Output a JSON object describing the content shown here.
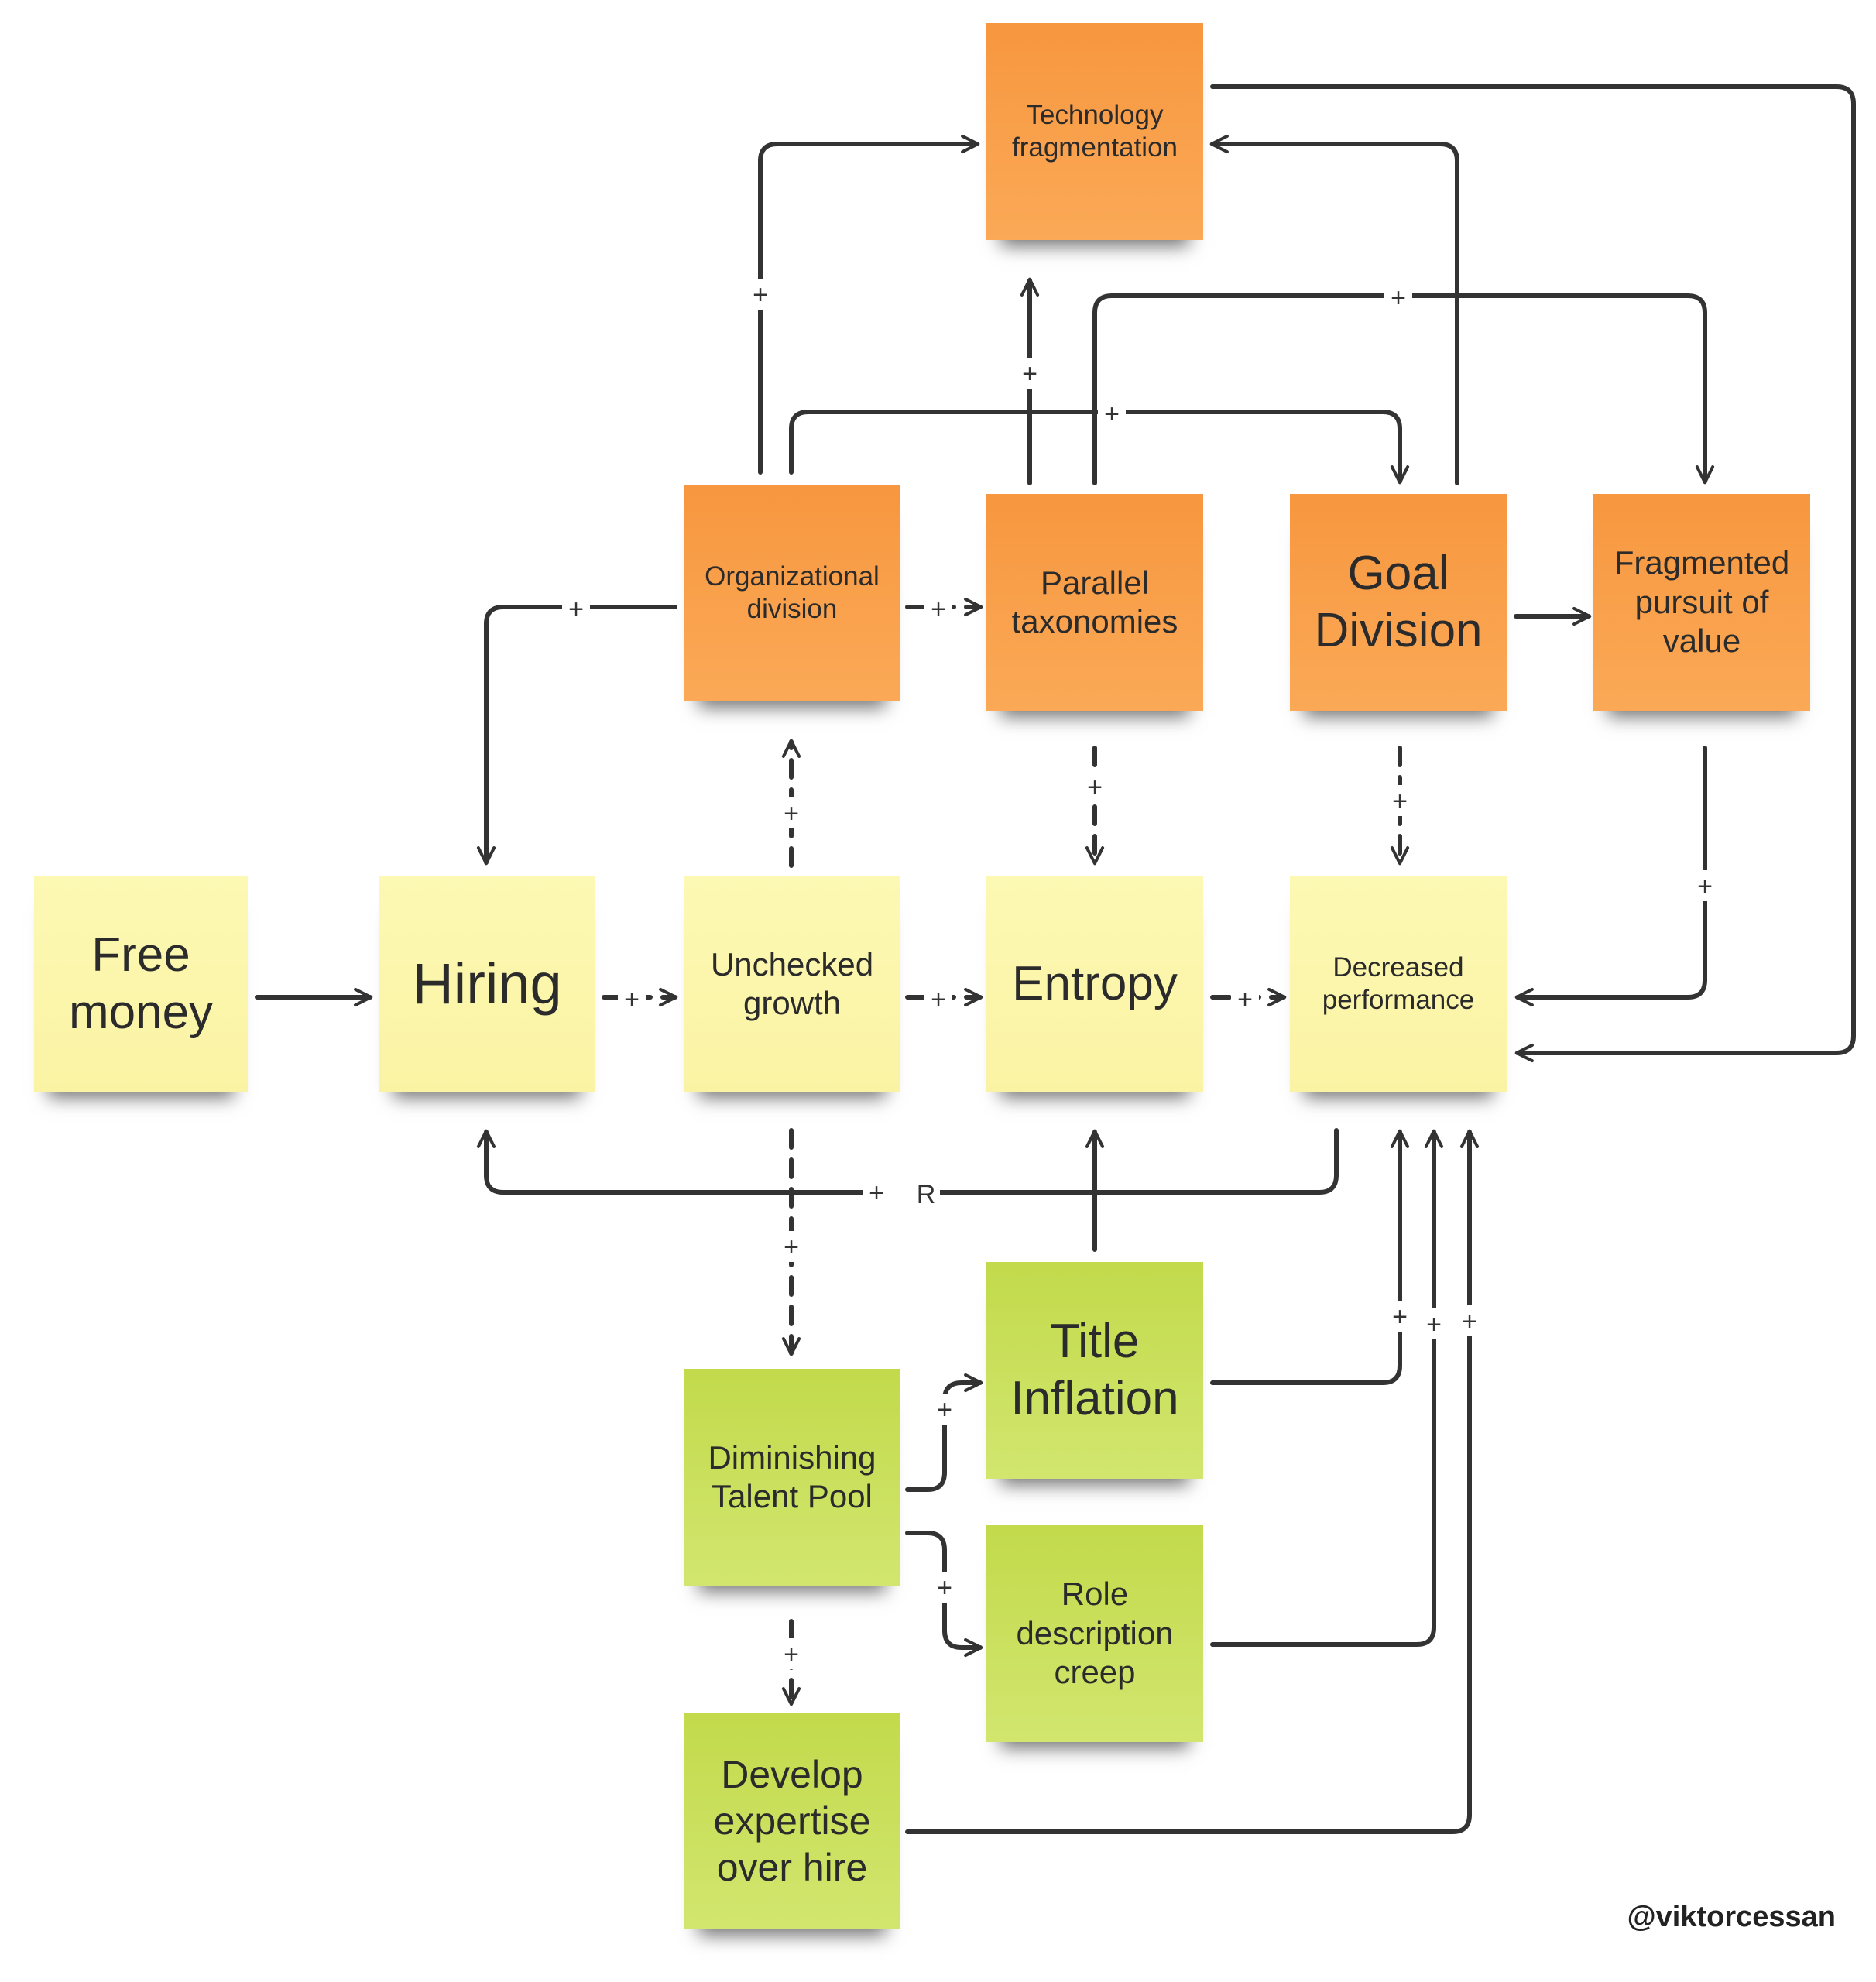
{
  "notes": {
    "technology_fragmentation": "Technology\nfragmentation",
    "organizational_division": "Organizational\ndivision",
    "parallel_taxonomies": "Parallel\ntaxonomies",
    "goal_division": "Goal\nDivision",
    "fragmented_pursuit": "Fragmented\npursuit of\nvalue",
    "free_money": "Free\nmoney",
    "hiring": "Hiring",
    "unchecked_growth": "Unchecked\ngrowth",
    "entropy": "Entropy",
    "decreased_performance": "Decreased\nperformance",
    "title_inflation": "Title\nInflation",
    "diminishing_talent_pool": "Diminishing\nTalent Pool",
    "role_description_creep": "Role\ndescription\ncreep",
    "develop_expertise": "Develop\nexpertise\nover hire"
  },
  "link_labels": {
    "plus": "+",
    "r": "R"
  },
  "colors": {
    "yellow": "#fbf5a8",
    "orange": "#f99d49",
    "green": "#c8de58",
    "arrow": "#333333"
  },
  "watermark": "@viktorcessan"
}
